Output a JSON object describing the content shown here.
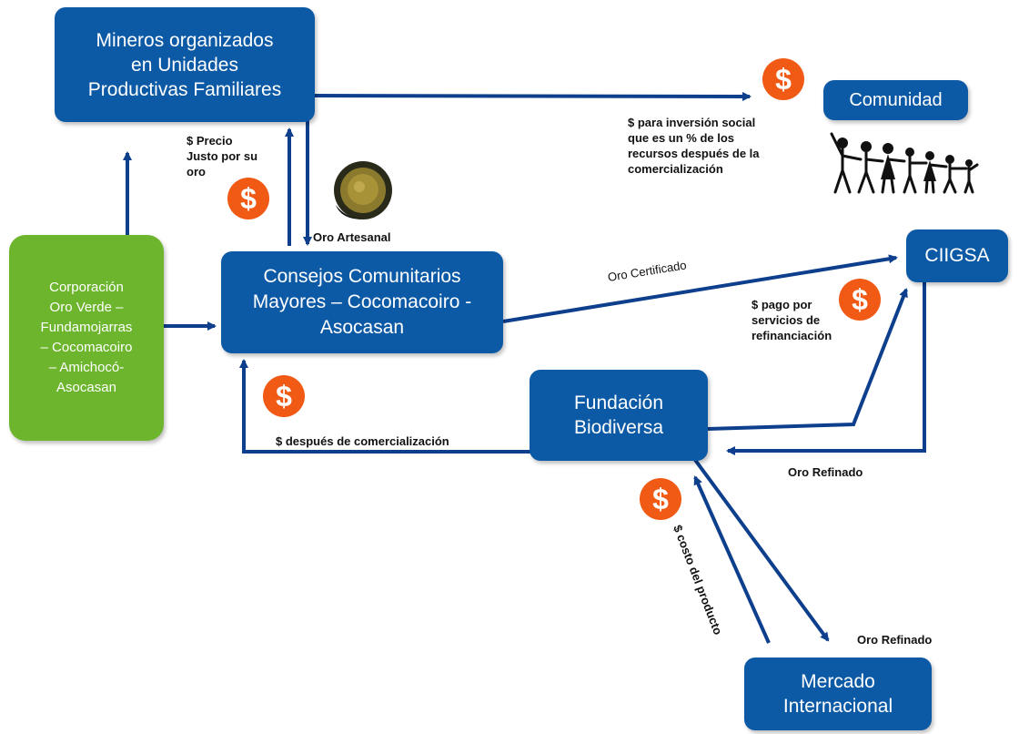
{
  "nodes": {
    "mineros": "Mineros organizados\nen Unidades\nProductivas Familiares",
    "comunidad": "Comunidad",
    "corporacion": "Corporación\nOro Verde –\nFundamojarras\n– Cocomacoiro\n– Amichocó-\nAsocasan",
    "consejos": "Consejos Comunitarios\nMayores – Cocomacoiro -\nAsocasan",
    "ciigsa": "CIIGSA",
    "fundacion": "Fundación\nBiodiversa",
    "mercado": "Mercado\nInternacional"
  },
  "labels": {
    "inversion_social": "$ para inversión social\nque es un % de los\nrecursos después de la\ncomercialización",
    "precio_justo": "$ Precio\nJusto por  su\noro",
    "oro_artesanal": "Oro Artesanal",
    "oro_certificado": "Oro Certificado",
    "pago_servicios": "$ pago por\nservicios de\nrefinanciación",
    "despues_comercializacion": "$ después de comercialización",
    "oro_refinado_1": "Oro Refinado",
    "costo_producto": "$ costo del producto",
    "oro_refinado_2": "Oro Refinado"
  },
  "coin_symbol": "$",
  "colors": {
    "node_blue": "#0c5aa6",
    "node_green": "#6cb52d",
    "arrow": "#0d3f8c",
    "coin": "#f05a14"
  },
  "icons": [
    "gold-pan-icon",
    "community-people-icon",
    "dollar-coin-icon"
  ]
}
